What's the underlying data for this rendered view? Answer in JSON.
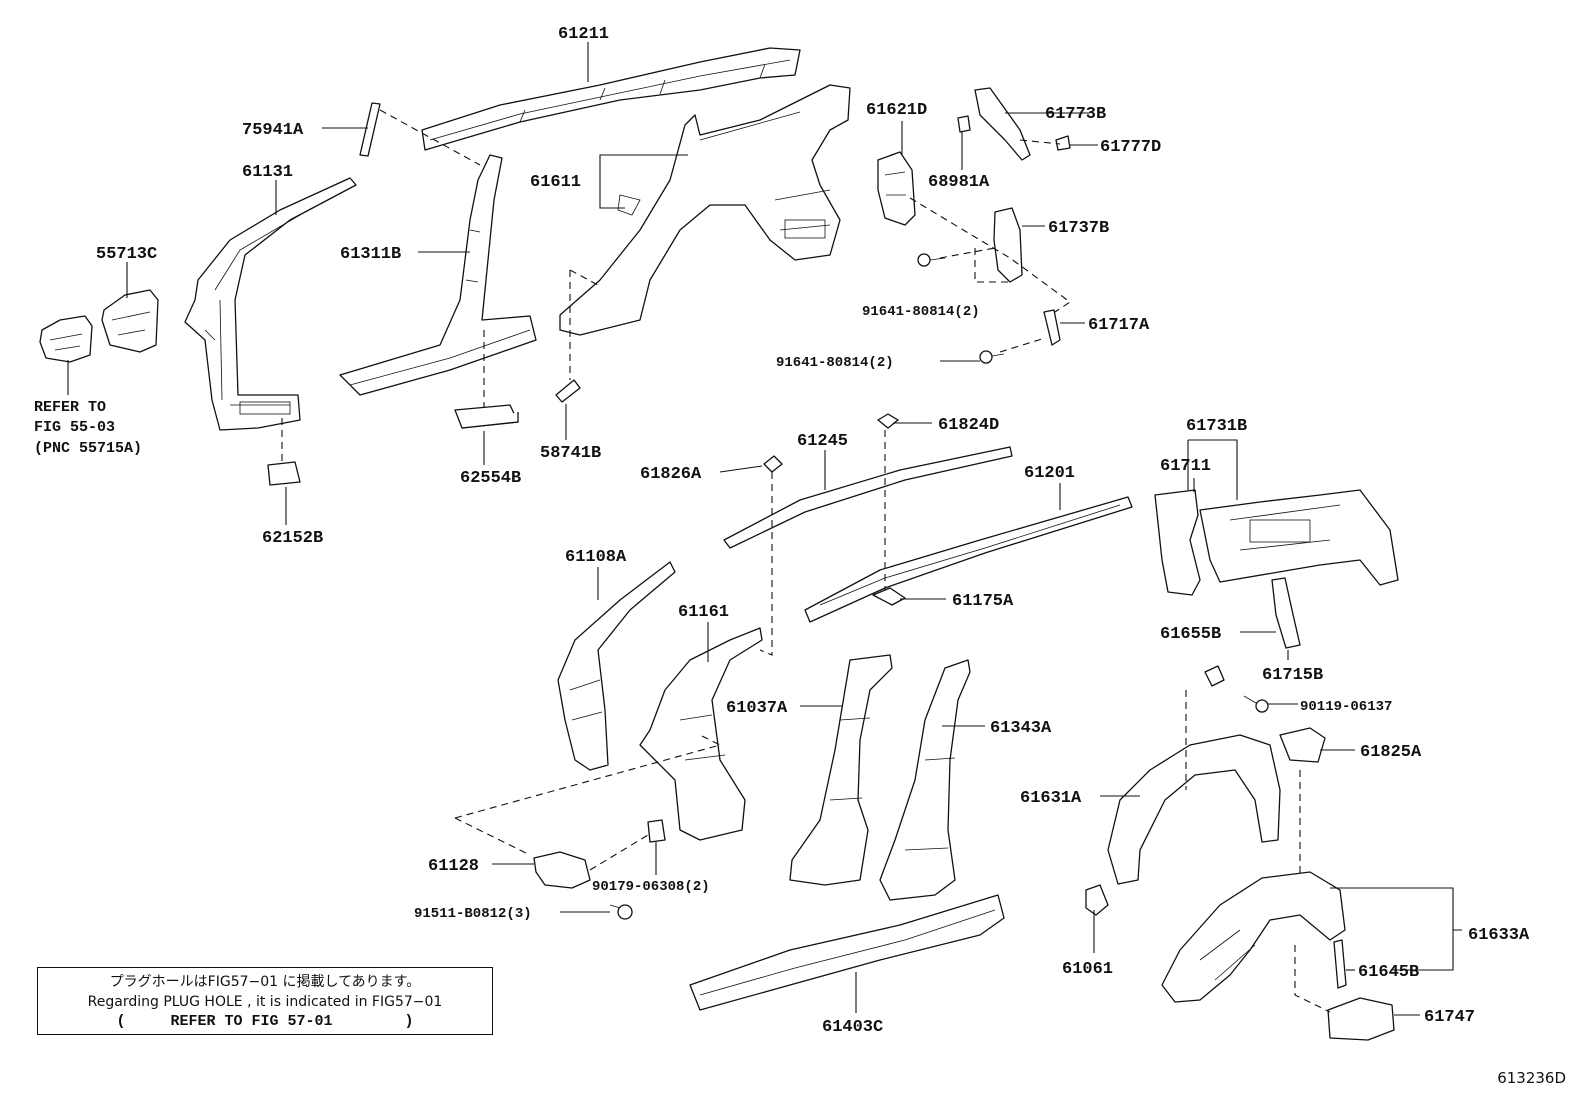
{
  "labels": {
    "p61211": "61211",
    "p75941A": "75941A",
    "p61131": "61131",
    "p55713C": "55713C",
    "p61311B": "61311B",
    "p61611": "61611",
    "p61621D": "61621D",
    "p61773B": "61773B",
    "p61777D": "61777D",
    "p68981A": "68981A",
    "p61737B": "61737B",
    "p91641_80814_a": "91641-80814(2)",
    "p61717A": "61717A",
    "p91641_80814_b": "91641-80814(2)",
    "p62554B": "62554B",
    "p58741B": "58741B",
    "p62152B": "62152B",
    "p61824D": "61824D",
    "p61245": "61245",
    "p61826A": "61826A",
    "p61201": "61201",
    "p61731B": "61731B",
    "p61711": "61711",
    "p61108A": "61108A",
    "p61161": "61161",
    "p61175A": "61175A",
    "p61655B": "61655B",
    "p61715B": "61715B",
    "p90119_06137": "90119-06137",
    "p61037A": "61037A",
    "p61343A": "61343A",
    "p61825A": "61825A",
    "p61631A": "61631A",
    "p61128": "61128",
    "p90179_06308": "90179-06308(2)",
    "p91511_B0812": "91511-B0812(3)",
    "p61061": "61061",
    "p61633A": "61633A",
    "p61645B": "61645B",
    "p61747": "61747",
    "p61403C": "61403C"
  },
  "refer": {
    "line1": "REFER TO",
    "line2": "FIG 55-03",
    "line3": "(PNC 55715A)"
  },
  "note": {
    "jp": "プラグホールはFIG57−01 に掲載してあります。",
    "en": "Regarding PLUG HOLE , it is indicated in FIG57−01",
    "ref_open": "(",
    "ref_text": "REFER TO FIG 57-01",
    "ref_close": ")"
  },
  "figure_id": "613236D"
}
